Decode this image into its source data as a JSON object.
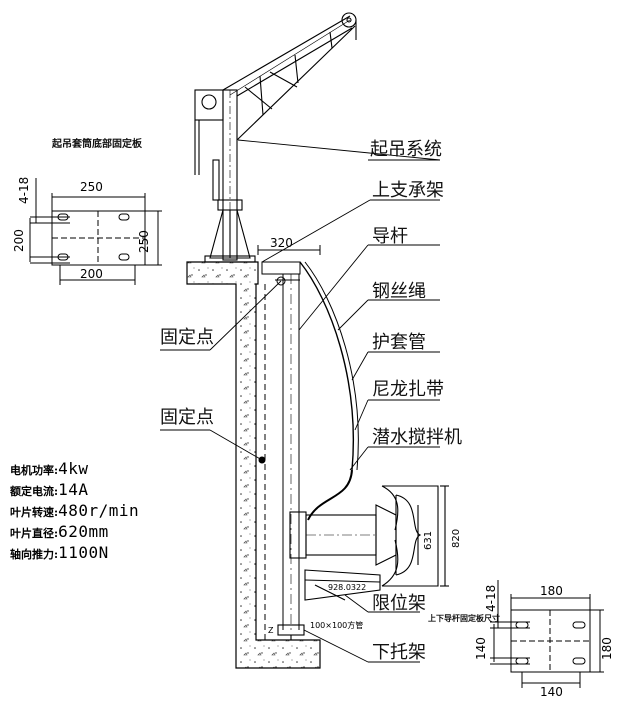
{
  "titles": {
    "top_plate": "起吊套筒底部固定板",
    "bottom_plate": "上下导杆固定板尺寸"
  },
  "callouts": {
    "lifting_system": "起吊系统",
    "upper_bracket": "上支承架",
    "guide_rod": "导杆",
    "wire_rope": "钢丝绳",
    "sleeve": "护套管",
    "nylon_strap": "尼龙扎带",
    "submersible_mixer": "潜水搅拌机",
    "limit_frame": "限位架",
    "lower_bracket": "下托架",
    "fixed_point_1": "固定点",
    "fixed_point_2": "固定点"
  },
  "specs": [
    {
      "key": "电机功率:",
      "value": "4kw"
    },
    {
      "key": "额定电流:",
      "value": "14A"
    },
    {
      "key": "叶片转速:",
      "value": "480r/min"
    },
    {
      "key": "叶片直径:",
      "value": "620mm"
    },
    {
      "key": "轴向推力:",
      "value": "1100N"
    }
  ],
  "dims": {
    "top_hole": "4-18",
    "top_width": "250",
    "top_left": "200",
    "top_right": "250",
    "top_bottom": "200",
    "bracket_width": "320",
    "mixer_height": "631",
    "mixer_body": "820",
    "limit_spacing": "928.0322",
    "square_tube": "100×100方管",
    "bottom_z": "Z",
    "bot_hole": "4-18",
    "bot_width": "180",
    "bot_left": "140",
    "bot_right": "180",
    "bot_bottom": "140"
  }
}
